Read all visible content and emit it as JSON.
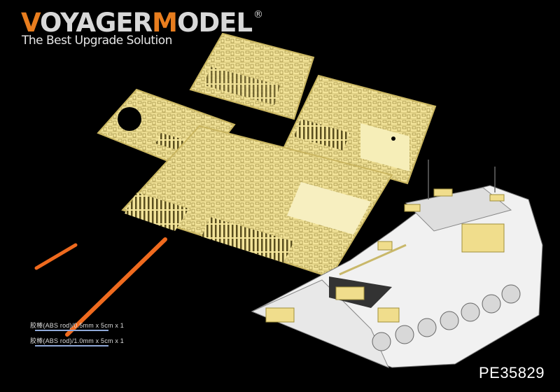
{
  "brand": {
    "logo_text_1": "V",
    "logo_text_2": "OYAGER",
    "logo_text_3": "M",
    "logo_text_4": "ODEL",
    "registered": "®",
    "tagline": "The Best Upgrade Solution"
  },
  "rods": [
    {
      "label": "胶棒(ABS rod)/0.5mm x 5cm x 1"
    },
    {
      "label": "胶棒(ABS rod)/1.0mm x 5cm x 1"
    }
  ],
  "product_code": "PE35829",
  "colors": {
    "fret": "#f3e49a",
    "fret_dark": "#b9a54e",
    "rod": "#ef6a1e",
    "accent": "#e87d1e",
    "rod_line": "#8fa8d8"
  }
}
